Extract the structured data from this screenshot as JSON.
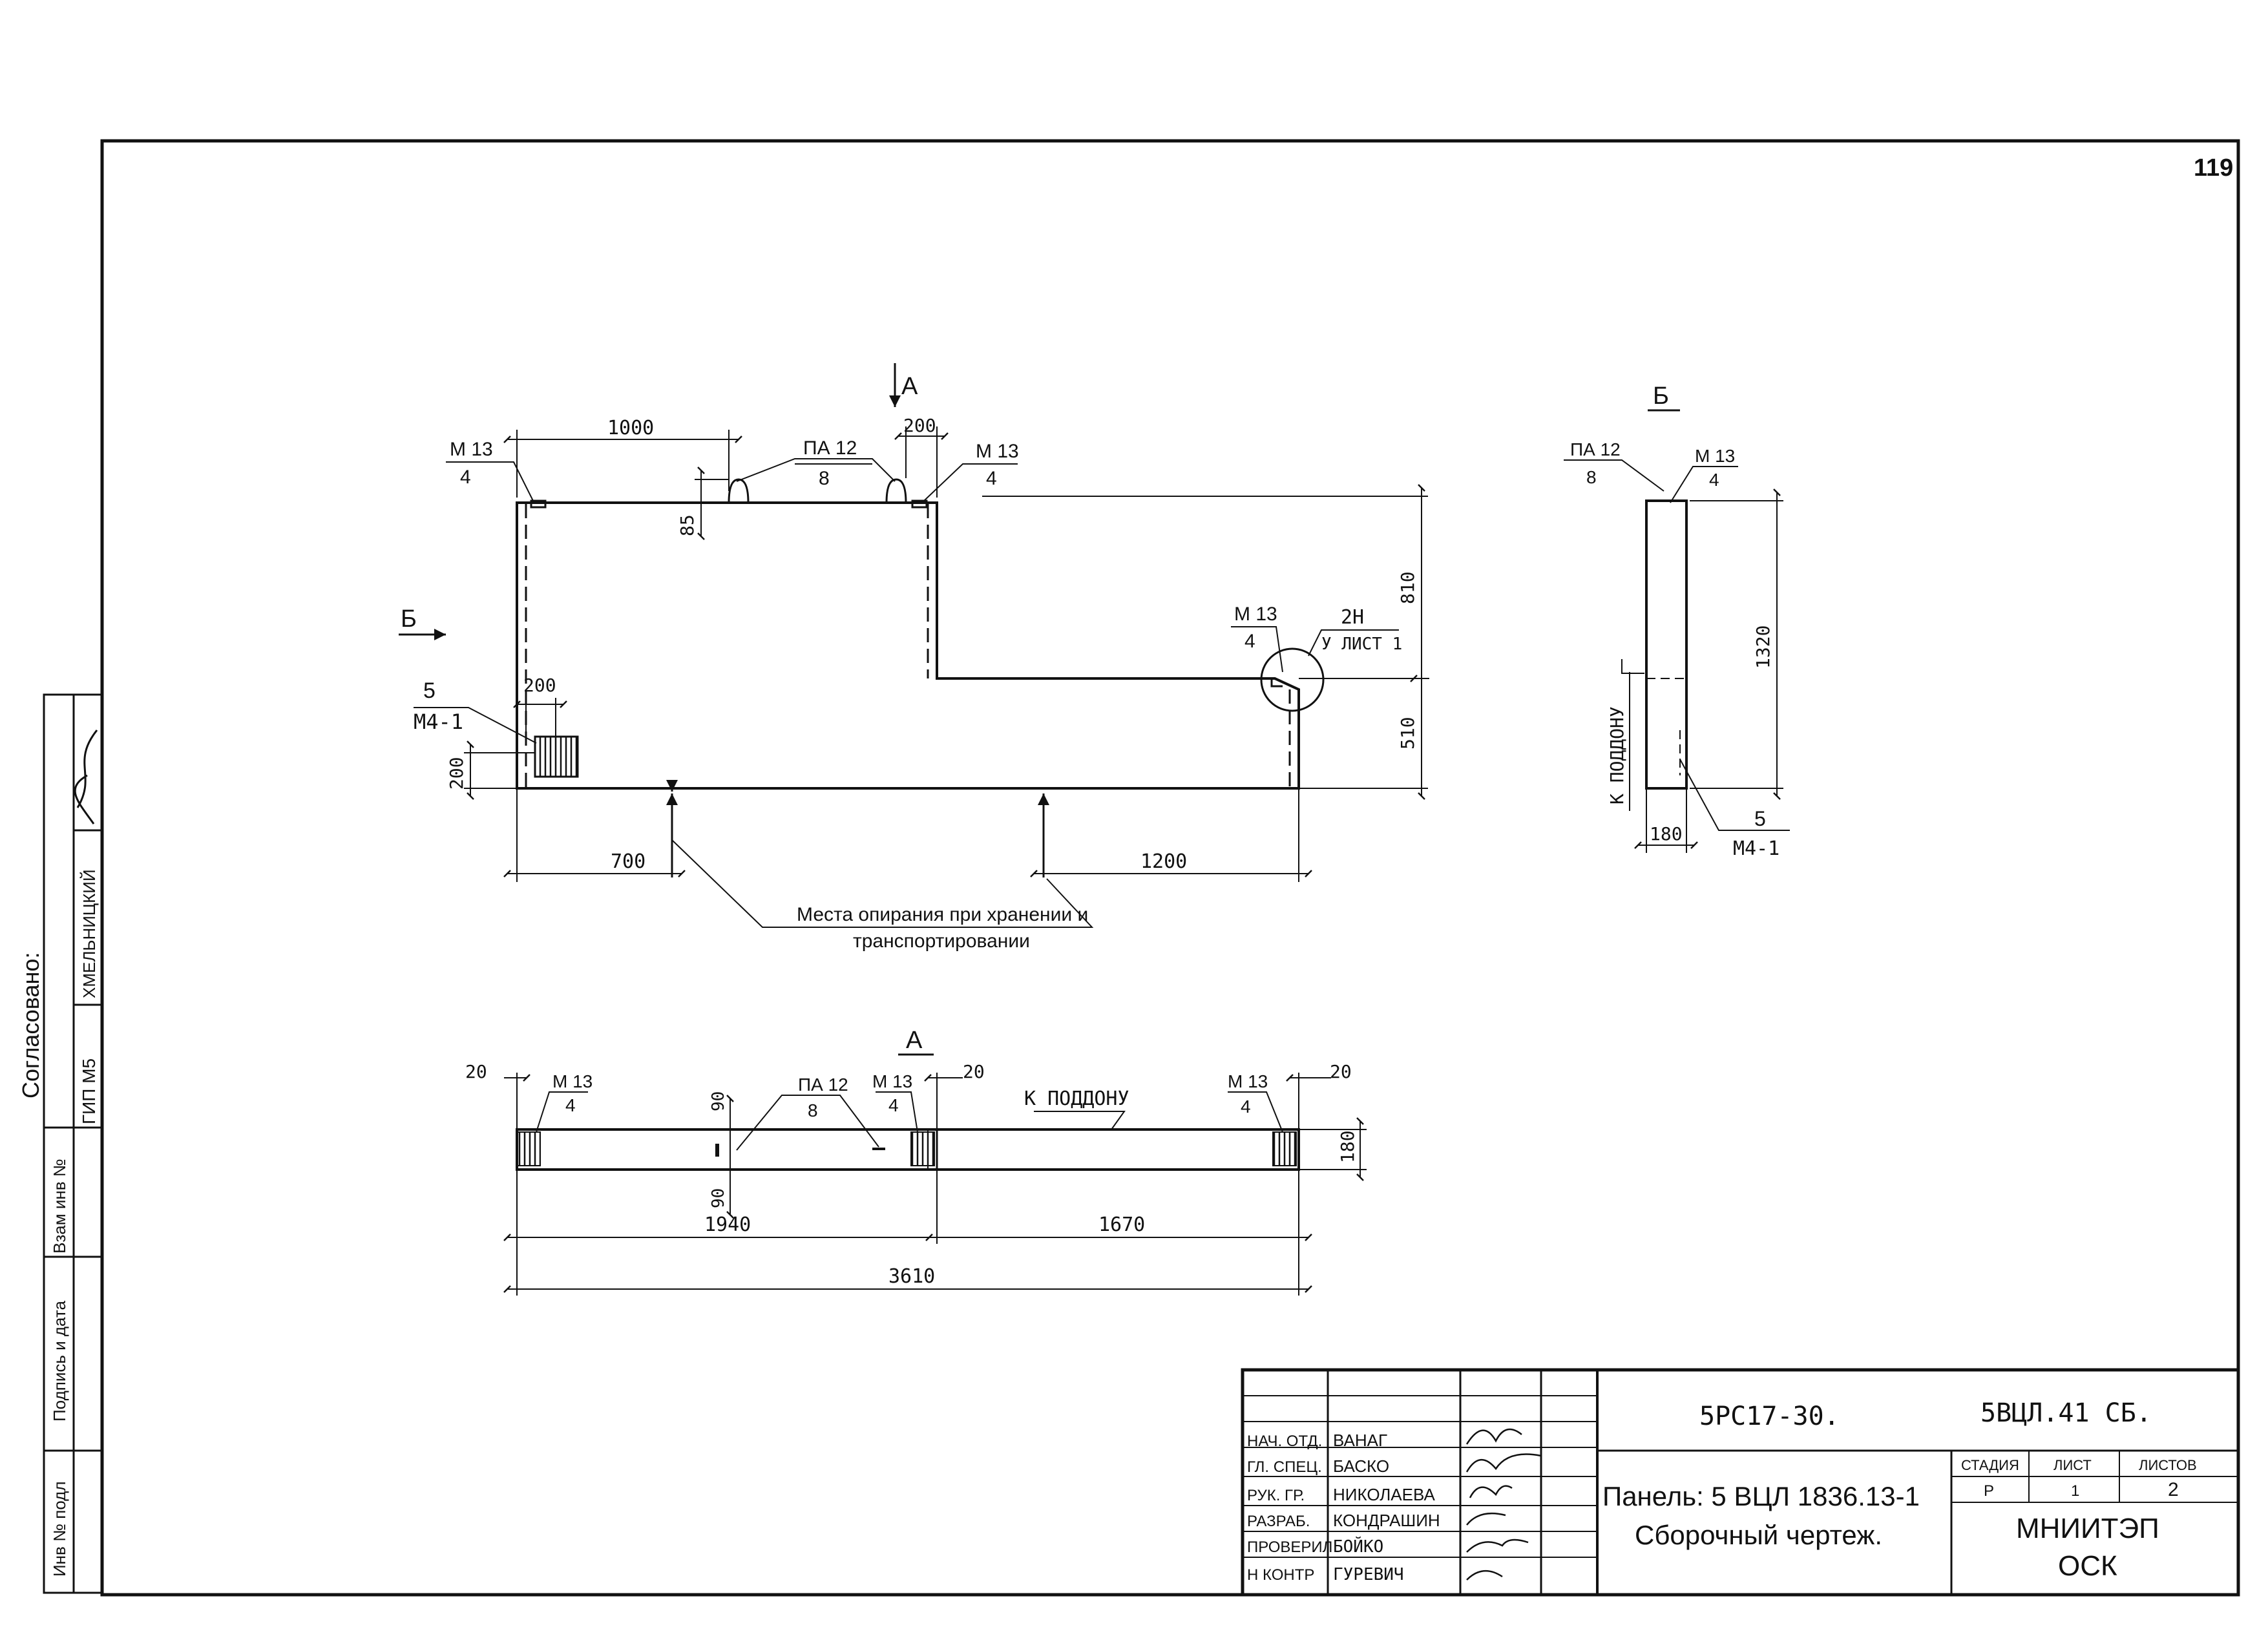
{
  "sheet": {
    "page_number": "119",
    "agreed_label": "Согласовано:",
    "agreed_role": "ГИП М5",
    "agreed_name": "ХМЕЛЬНИЦКИЙ"
  },
  "left_strip": {
    "replaced_inv": "Взам инв №",
    "sign_date": "Подпись и дата",
    "inv_orig": "Инв № подл"
  },
  "main_view": {
    "section_a_mark": "А",
    "section_b_mark": "Б",
    "dim_1000": "1000",
    "dim_200_top": "200",
    "dim_85": "85",
    "dim_810": "810",
    "dim_510": "510",
    "dim_200_h": "200",
    "dim_200_v": "200",
    "dim_700": "700",
    "dim_1200": "1200",
    "callout_m13_left": "М 13",
    "callout_m13_left_qty": "4",
    "callout_pa12": "ПА 12",
    "callout_pa12_qty": "8",
    "callout_m13_right": "М 13",
    "callout_m13_right_qty": "4",
    "callout_m13_mid": "М 13",
    "callout_m13_mid_qty": "4",
    "callout_node": "2Н",
    "callout_node_sheet": "У ЛИСТ 1",
    "callout_m41": "5",
    "callout_m41_ref": "М4-1",
    "support_note_1": "Места опирания при хранении и",
    "support_note_2": "транспортировании"
  },
  "side_view_b": {
    "title": "Б",
    "pa12": "ПА 12",
    "pa12_qty": "8",
    "m13": "М 13",
    "m13_qty": "4",
    "dim_1320": "1320",
    "dim_180": "180",
    "to_pallet": "К ПОДДОНУ",
    "m41_qty": "5",
    "m41": "М4-1"
  },
  "plan_view_a": {
    "title": "А",
    "dim_20_left": "20",
    "dim_20_mid": "20",
    "dim_20_right": "20",
    "m13_1": "М 13",
    "m13_1_qty": "4",
    "pa12": "ПА 12",
    "pa12_qty": "8",
    "m13_2": "М 13",
    "m13_2_qty": "4",
    "to_pallet": "К ПОДДОНУ",
    "m13_3": "М 13",
    "m13_3_qty": "4",
    "dim_90_top": "90",
    "dim_90_bottom": "90",
    "dim_180": "180",
    "dim_1940": "1940",
    "dim_1670": "1670",
    "dim_3610": "3610"
  },
  "title_block": {
    "roles": [
      "НАЧ. ОТД.",
      "ГЛ. СПЕЦ.",
      "РУК. ГР.",
      "РАЗРАБ.",
      "ПРОВЕРИЛ",
      "Н КОНТР"
    ],
    "names": [
      "ВАНАГ",
      "БАСКО",
      "НИКОЛАЕВА",
      "КОНДРАШИН",
      "БОЙКО",
      "ГУРЕВИЧ"
    ],
    "code_1": "5РС17-30.",
    "code_2": "5ВЦЛ.41 СБ.",
    "stage_label": "СТАДИЯ",
    "sheet_label": "ЛИСТ",
    "sheets_label": "ЛИСТОВ",
    "stage": "Р",
    "sheet": "1",
    "sheets": "2",
    "title_1": "Панель: 5 ВЦЛ 1836.13-1",
    "title_2": "Сборочный чертеж.",
    "org_1": "МНИИТЭП",
    "org_2": "ОСК"
  }
}
